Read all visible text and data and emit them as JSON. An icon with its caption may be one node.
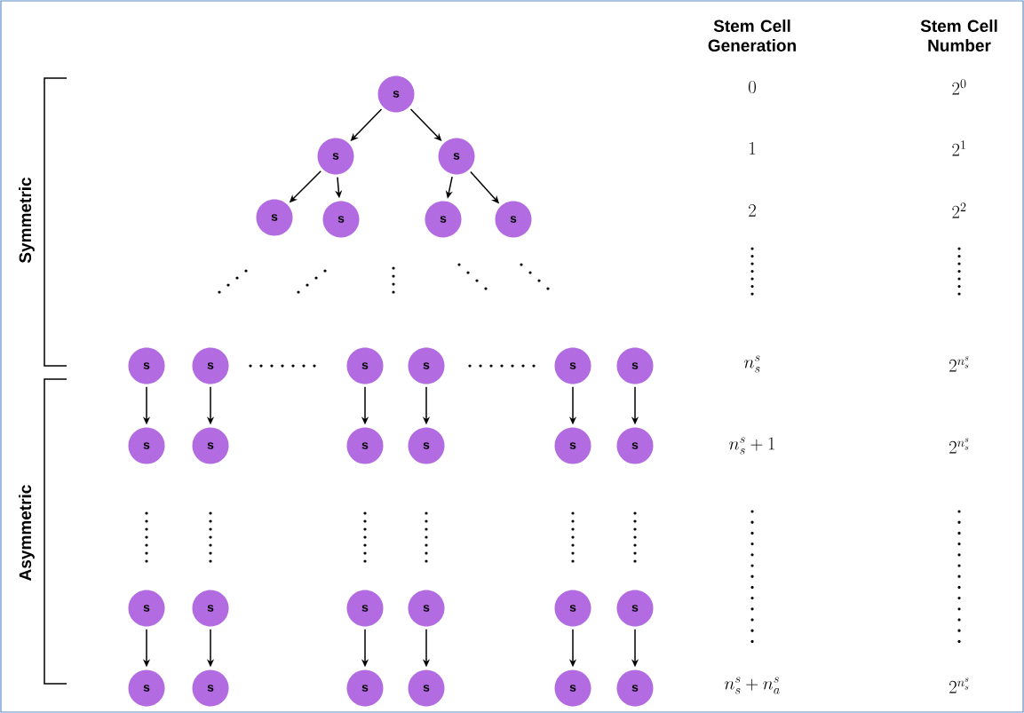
{
  "diagram": {
    "nodes": [
      {
        "text": [
          "s"
        ]
      },
      {
        "text": [
          "s"
        ]
      },
      {
        "text": [
          "s"
        ]
      },
      {
        "text": [
          "s"
        ]
      },
      {
        "text": [
          "s"
        ]
      },
      {
        "text": [
          "s"
        ]
      },
      {
        "text": [
          "s"
        ]
      },
      {
        "text": [
          "s"
        ]
      },
      {
        "text": [
          "s"
        ]
      },
      {
        "text": [
          "s"
        ]
      },
      {
        "text": [
          "s"
        ]
      },
      {
        "text": [
          "s"
        ]
      },
      {
        "text": [
          "s"
        ]
      },
      {
        "text": [
          "s"
        ]
      },
      {
        "text": [
          "s"
        ]
      },
      {
        "text": [
          "s"
        ]
      },
      {
        "text": [
          "s"
        ]
      },
      {
        "text": [
          "s"
        ]
      },
      {
        "text": [
          "s"
        ]
      },
      {
        "text": [
          "s"
        ]
      },
      {
        "text": [
          "s"
        ]
      },
      {
        "text": [
          "s"
        ]
      },
      {
        "text": [
          "s"
        ]
      },
      {
        "text": [
          "s"
        ]
      },
      {
        "text": [
          "s"
        ]
      },
      {
        "text": [
          "s"
        ]
      },
      {
        "text": [
          "s"
        ]
      },
      {
        "text": [
          "s"
        ]
      },
      {
        "text": [
          "s"
        ]
      },
      {
        "text": [
          "s"
        ]
      },
      {
        "text": [
          "s"
        ]
      }
    ],
    "edges": [
      {
        "from": 0,
        "to": 1,
        "arrow": "to"
      },
      {
        "from": 0,
        "to": 2,
        "arrow": "to"
      },
      {
        "from": 1,
        "to": 3,
        "arrow": "to"
      },
      {
        "from": 1,
        "to": 4,
        "arrow": "to"
      },
      {
        "from": 2,
        "to": 5,
        "arrow": "to"
      },
      {
        "from": 2,
        "to": 6,
        "arrow": "to"
      },
      {
        "from": 7,
        "to": 13,
        "arrow": "to"
      },
      {
        "from": 8,
        "to": 14,
        "arrow": "to"
      },
      {
        "from": 9,
        "to": 15,
        "arrow": "to"
      },
      {
        "from": 10,
        "to": 16,
        "arrow": "to"
      },
      {
        "from": 11,
        "to": 17,
        "arrow": "to"
      },
      {
        "from": 12,
        "to": 18,
        "arrow": "to"
      },
      {
        "from": 19,
        "to": 25,
        "arrow": "to"
      },
      {
        "from": 20,
        "to": 26,
        "arrow": "to"
      },
      {
        "from": 21,
        "to": 27,
        "arrow": "to"
      },
      {
        "from": 22,
        "to": 28,
        "arrow": "to"
      },
      {
        "from": 23,
        "to": 29,
        "arrow": "to"
      },
      {
        "from": 24,
        "to": 30,
        "arrow": "to"
      }
    ],
    "labels": [
      "Stem Cell Generation",
      "Stem Cell Number",
      "0",
      "2^0",
      "1",
      "2^1",
      "2",
      "2^2",
      "n_s^s",
      "2^{n_s^s}",
      "n_s^s+1",
      "2^{n_s^s}",
      "n_s^s+n_a^s",
      "2^{n_s^s}",
      "Symmetric",
      "Asymmetric"
    ]
  }
}
